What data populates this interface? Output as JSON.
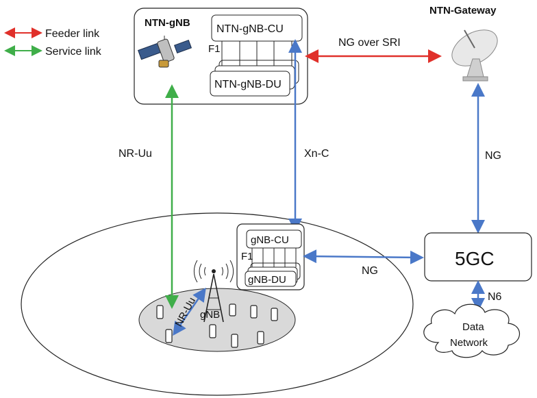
{
  "legend": {
    "feeder_link": "Feeder link",
    "service_link": "Service link"
  },
  "ntn_gnb": {
    "title": "NTN-gNB",
    "cu": "NTN-gNB-CU",
    "du": "NTN-gNB-DU",
    "f1": "F1"
  },
  "ntn_gateway": {
    "title": "NTN-Gateway"
  },
  "links": {
    "ng_over_sri": "NG over SRI",
    "nr_uu": "NR-Uu",
    "xn_c": "Xn-C",
    "ng_gateway": "NG",
    "ng_ground": "NG",
    "n6": "N6",
    "nr_uu_local": "NR-Uu"
  },
  "gnb_ground": {
    "cu": "gNB-CU",
    "du": "gNB-DU",
    "f1": "F1",
    "tower_label": "gNB"
  },
  "core": {
    "label": "5GC"
  },
  "data_network": {
    "line1": "Data",
    "line2": "Network"
  },
  "colors": {
    "feeder": "#e0302a",
    "service": "#3fae49",
    "interface": "#4a78c8",
    "cell_fill": "#d9d9d9"
  }
}
